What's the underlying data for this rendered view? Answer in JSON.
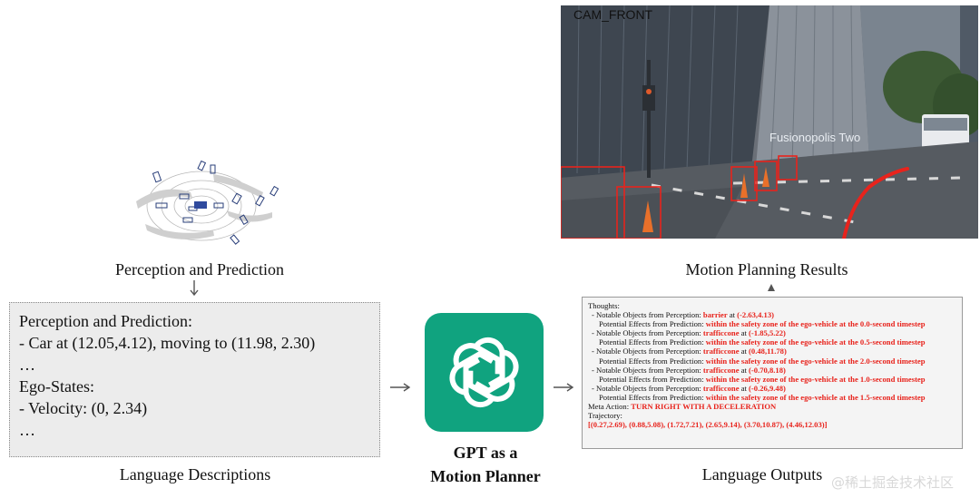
{
  "captions": {
    "perception": "Perception and Prediction",
    "language_descriptions": "Language Descriptions",
    "motion_results": "Motion Planning Results",
    "language_outputs": "Language Outputs"
  },
  "description_box": {
    "lines": [
      "Perception and Prediction:",
      "- Car at (12.05,4.12), moving to (11.98, 2.30)",
      "…",
      "Ego-States:",
      "- Velocity: (0, 2.34)",
      "…"
    ]
  },
  "planner": {
    "title_line1": "GPT as a",
    "title_line2": "Motion Planner",
    "logo": "openai-logo-icon",
    "accent": "#10a37f"
  },
  "camera": {
    "label": "CAM_FRONT",
    "sign_text": "Fusionopolis Two"
  },
  "output": {
    "thoughts_label": "Thoughts:",
    "notable_prefix": "- Notable Objects from Perception:",
    "effects_prefix": "Potential Effects from Prediction:",
    "at": "at",
    "items": [
      {
        "object": "barrier",
        "coords": "(-2.63,4.13)",
        "effect": "within the safety zone of the ego-vehicle at the 0.0-second timestep"
      },
      {
        "object": "trafficcone",
        "coords": "(-1.85,5.22)",
        "effect": "within the safety zone of the ego-vehicle at the 0.5-second timestep"
      },
      {
        "object": "trafficcone",
        "coords": "(0.48,11.78)",
        "effect": "within the safety zone of the ego-vehicle at the 2.0-second timestep"
      },
      {
        "object": "trafficcone",
        "coords": "(-0.70,8.18)",
        "effect": "within the safety zone of the ego-vehicle at the 1.0-second timestep"
      },
      {
        "object": "trafficcone",
        "coords": "(-0.26,9.48)",
        "effect": "within the safety zone of the ego-vehicle at the 1.5-second timestep"
      }
    ],
    "meta_label": "Meta Action:",
    "meta_value": "TURN RIGHT WITH A DECELERATION",
    "trajectory_label": "Trajectory:",
    "trajectory_value": "[(0.27,2.69), (0.88,5.08), (1.72,7.21), (2.65,9.14), (3.70,10.87), (4.46,12.03)]"
  },
  "watermark": "@稀土掘金技术社区",
  "colors": {
    "highlight": "#e8231c",
    "box_bg": "#ececec"
  }
}
